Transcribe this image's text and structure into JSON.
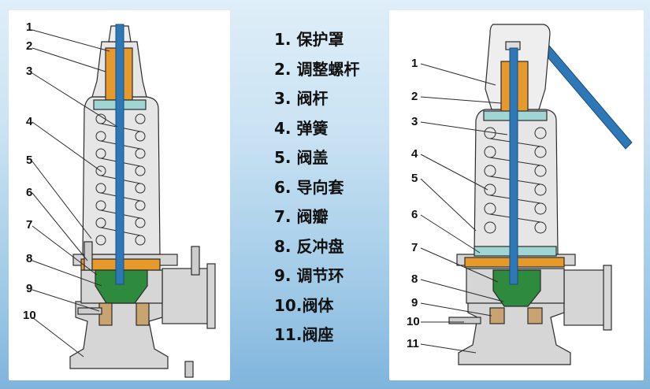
{
  "legend": {
    "items": [
      {
        "num": "1.",
        "label": "保护罩"
      },
      {
        "num": "2.",
        "label": "调整螺杆"
      },
      {
        "num": "3.",
        "label": "阀杆"
      },
      {
        "num": "4.",
        "label": "弹簧"
      },
      {
        "num": "5.",
        "label": "阀盖"
      },
      {
        "num": "6.",
        "label": "导向套"
      },
      {
        "num": "7.",
        "label": "阀瓣"
      },
      {
        "num": "8.",
        "label": "反冲盘"
      },
      {
        "num": "9.",
        "label": "调节环"
      },
      {
        "num": "10.",
        "label": "阀体"
      },
      {
        "num": "11.",
        "label": "阀座"
      }
    ]
  },
  "left_diagram": {
    "callouts": [
      "1",
      "2",
      "3",
      "4",
      "5",
      "6",
      "7",
      "8",
      "9",
      "10"
    ]
  },
  "right_diagram": {
    "callouts": [
      "1",
      "2",
      "3",
      "4",
      "5",
      "6",
      "7",
      "8",
      "9",
      "10",
      "11"
    ]
  },
  "colors": {
    "stem": "#2f78b7",
    "screw": "#e79a2c",
    "disc": "#2e8b3e",
    "guide": "#9fd6d3",
    "body": "#d6d6d6",
    "outline": "#2b2b2b"
  }
}
